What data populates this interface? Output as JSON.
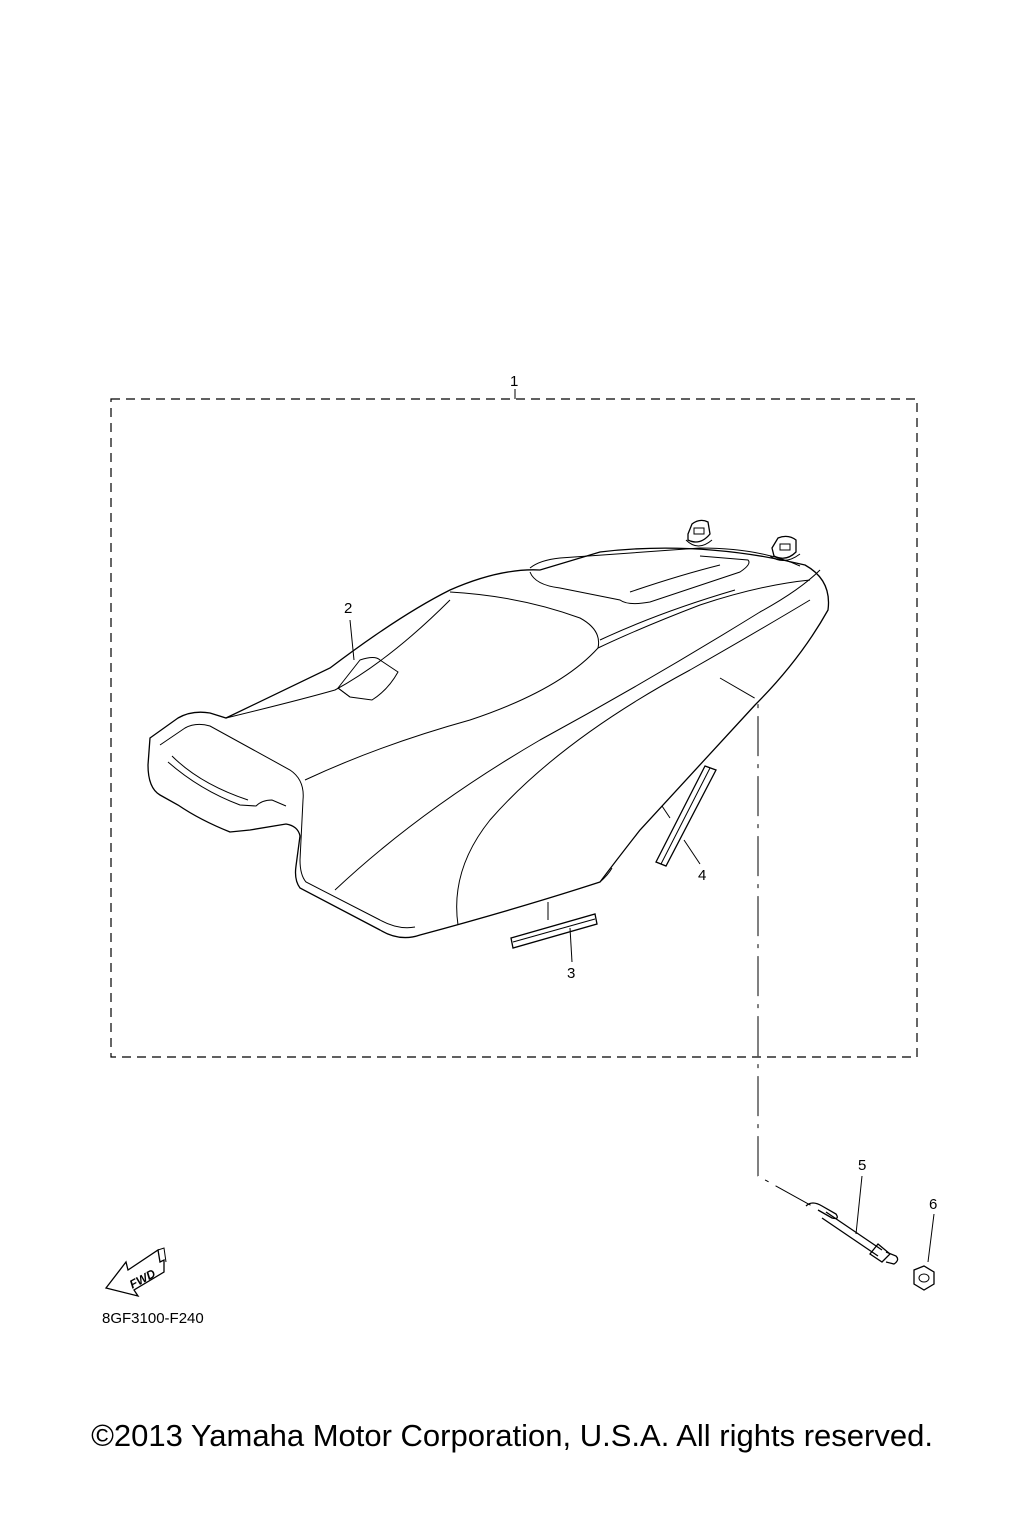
{
  "diagram": {
    "callouts": [
      "1",
      "2",
      "3",
      "4",
      "5",
      "6"
    ],
    "fwd_label": "FWD",
    "drawing_code": "8GF3100-F240"
  },
  "footer": {
    "copyright": "©2013 Yamaha Motor Corporation, U.S.A. All rights reserved."
  }
}
